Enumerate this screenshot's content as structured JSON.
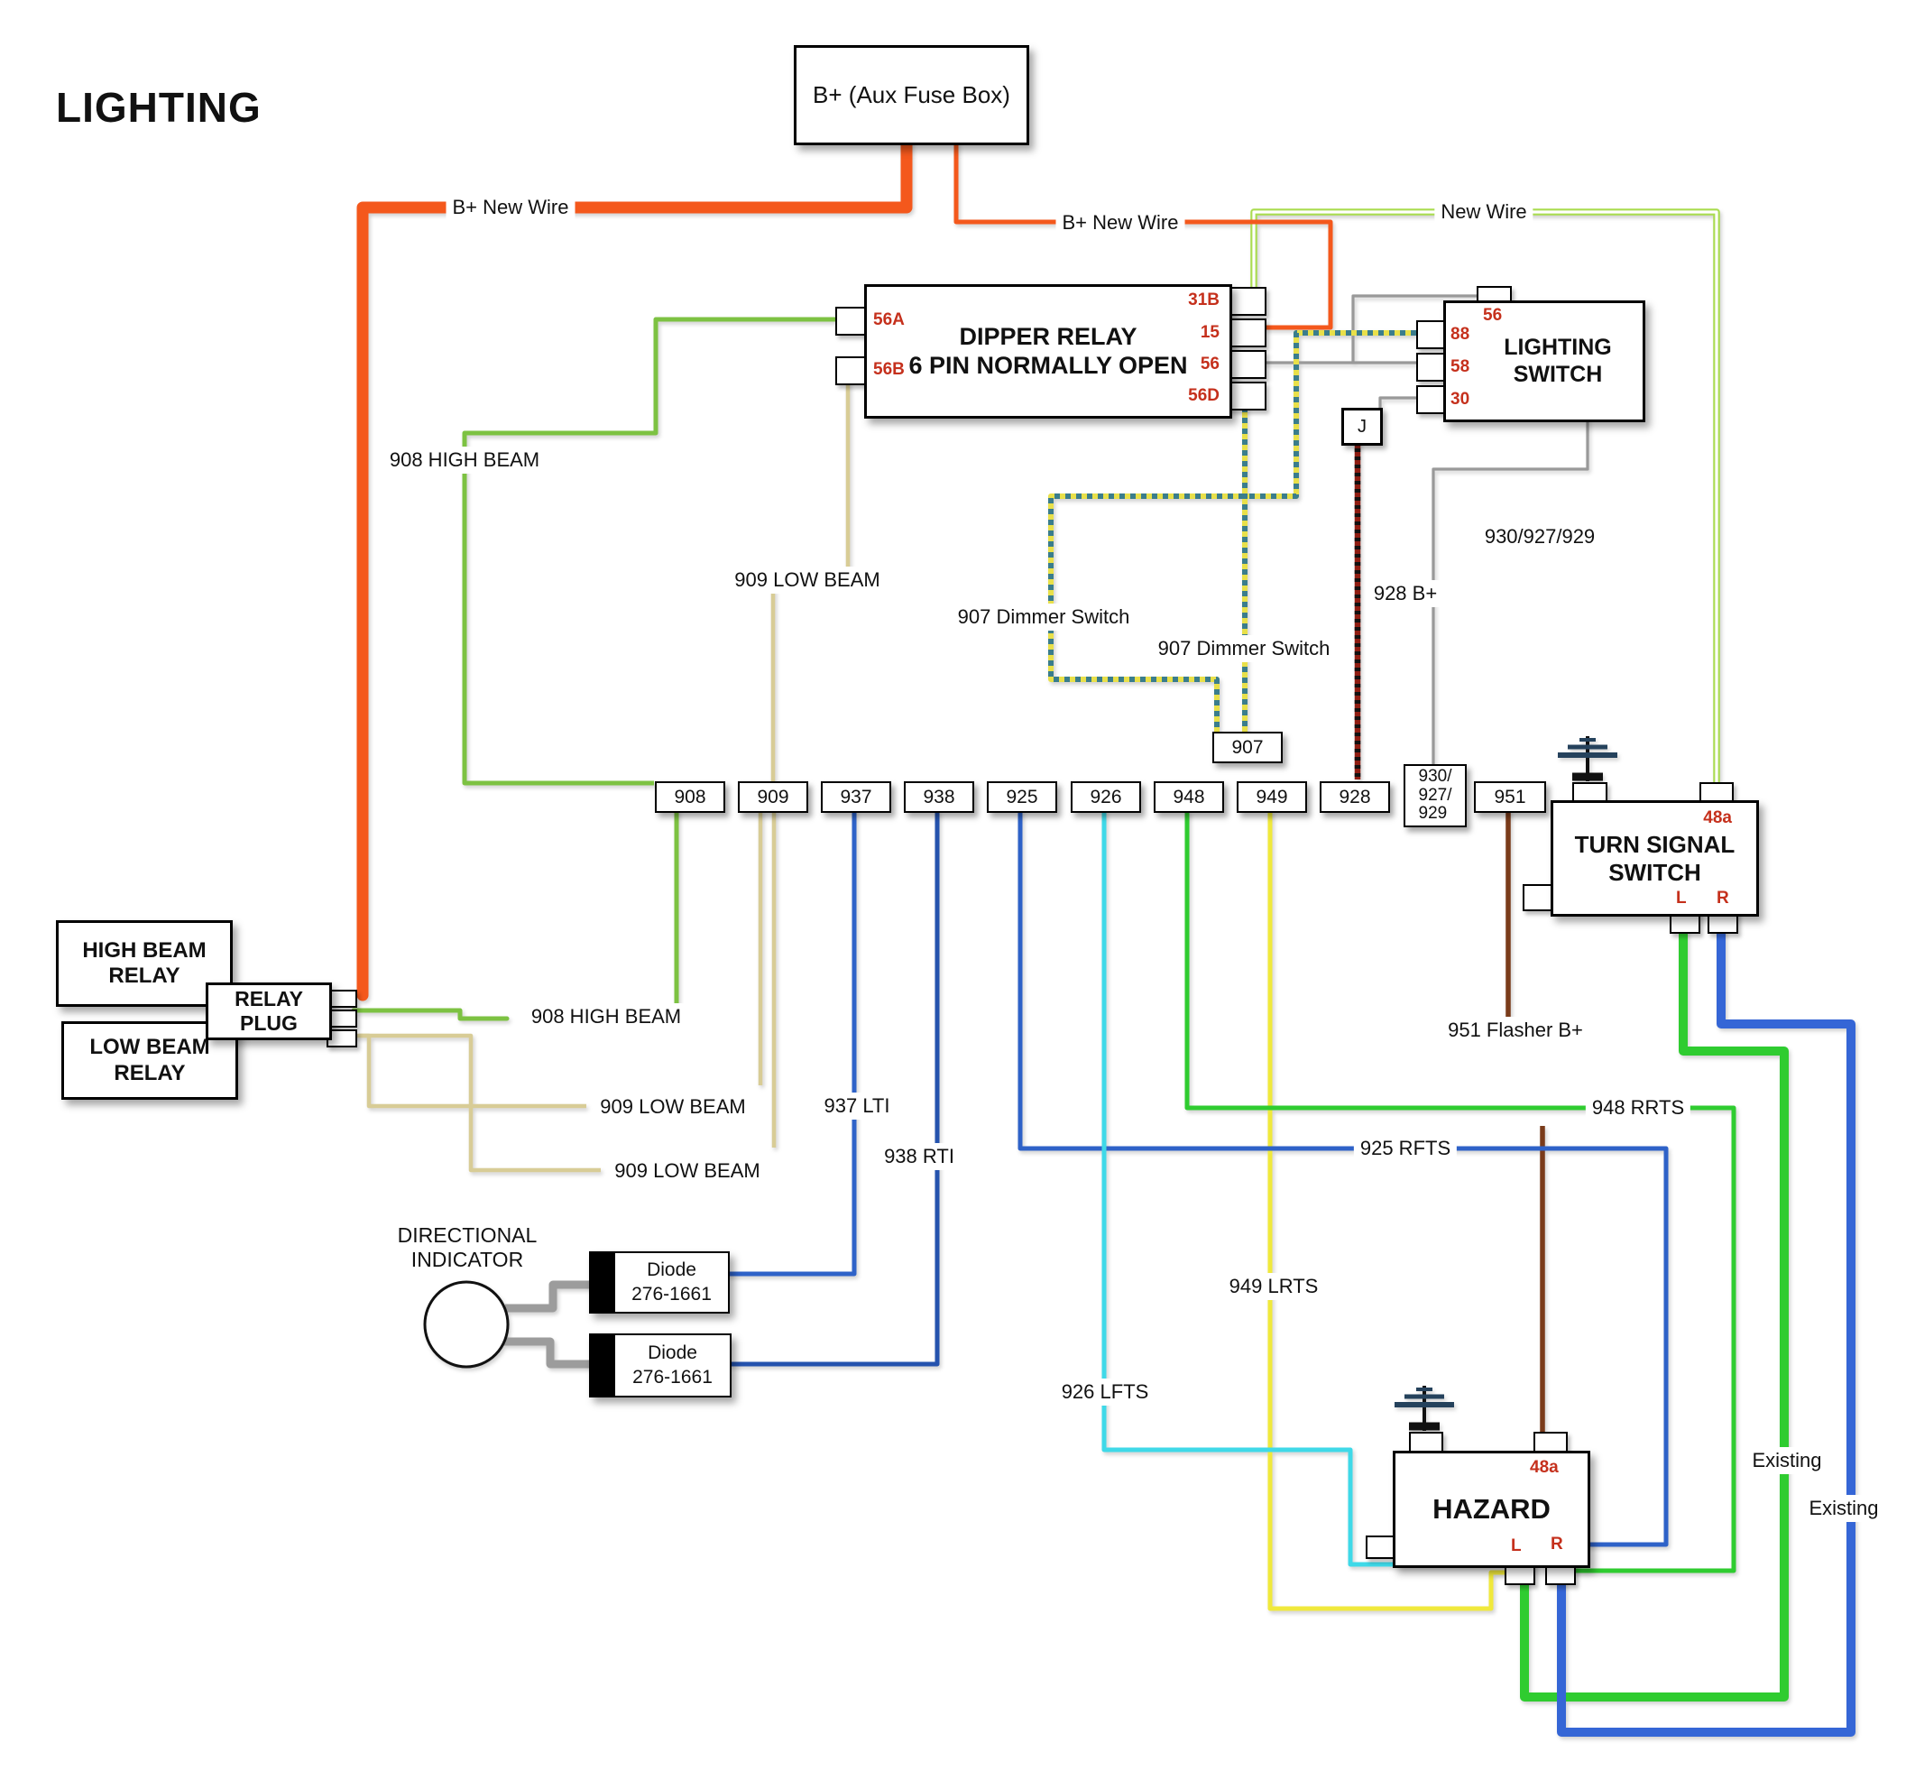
{
  "title": "LIGHTING",
  "colors": {
    "orange": "#F4581C",
    "yellow_green": "#7DC242",
    "light_green": "#AADC50",
    "bright_green": "#2FCC30",
    "blue": "#2E62C8",
    "dark_blue": "#2553AE",
    "royal_blue": "#3566D6",
    "cyan": "#3FD9E8",
    "yellow": "#F0E93C",
    "tan": "#D8CC96",
    "brown": "#7A3B1A",
    "maroon": "#8F1D12",
    "gray": "#999999",
    "gray_lead": "#9C9C9C",
    "dash_yellow": "#E8E04A",
    "dash_teal": "#3A7D8C",
    "black": "#111111",
    "white": "#FFFFFF",
    "navy": "#25425C",
    "pin_red": "#C5301C"
  },
  "aux_fuse_box": {
    "label": "B+ (Aux Fuse Box)"
  },
  "dipper_relay": {
    "line1": "DIPPER RELAY",
    "line2": "6 PIN NORMALLY OPEN",
    "pin_56a": "56A",
    "pin_56b": "56B",
    "pin_31b": "31B",
    "pin_15": "15",
    "pin_56": "56",
    "pin_56d": "56D"
  },
  "lighting_switch": {
    "line1": "LIGHTING",
    "line2": "SWITCH",
    "pin_56": "56",
    "pin_88": "88",
    "pin_58": "58",
    "pin_30": "30"
  },
  "junction": {
    "label": "J"
  },
  "turn_signal_switch": {
    "line1": "TURN SIGNAL",
    "line2": "SWITCH",
    "pin_48a": "48a",
    "pin_l": "L",
    "pin_r": "R"
  },
  "hazard": {
    "title": "HAZARD",
    "pin_48a": "48a",
    "pin_l": "L",
    "pin_r": "R"
  },
  "high_beam_relay": {
    "line1": "HIGH BEAM",
    "line2": "RELAY"
  },
  "low_beam_relay": {
    "line1": "LOW BEAM",
    "line2": "RELAY"
  },
  "relay_plug": {
    "line1": "RELAY",
    "line2": "PLUG"
  },
  "directional_indicator": {
    "line1": "DIRECTIONAL",
    "line2": "INDICATOR"
  },
  "diode_top": {
    "line1": "Diode",
    "line2": "276-1661"
  },
  "diode_bottom": {
    "line1": "Diode",
    "line2": "276-1661"
  },
  "terminals": {
    "t908": "908",
    "t909": "909",
    "t937": "937",
    "t938": "938",
    "t925": "925",
    "t926": "926",
    "t948": "948",
    "t949": "949",
    "t928": "928",
    "t930a": "930/",
    "t930b": "927/",
    "t930c": "929",
    "t951": "951",
    "t907": "907"
  },
  "wire_labels": {
    "b_new_wire_1": "B+ New Wire",
    "b_new_wire_2": "B+ New Wire",
    "new_wire": "New Wire",
    "high_beam_908_1": "908 HIGH BEAM",
    "high_beam_908_2": "908 HIGH BEAM",
    "low_beam_909_1": "909 LOW BEAM",
    "low_beam_909_2": "909 LOW BEAM",
    "low_beam_909_3": "909 LOW BEAM",
    "dimmer_907_1": "907 Dimmer Switch",
    "dimmer_907_2": "907 Dimmer Switch",
    "b_928": "928 B+",
    "bundle_930": "930/927/929",
    "flasher_951": "951 Flasher B+",
    "rrts_948": "948 RRTS",
    "rfts_925": "925 RFTS",
    "lrts_949": "949 LRTS",
    "lfts_926": "926 LFTS",
    "lti_937": "937 LTI",
    "rti_938": "938 RTI",
    "existing_1": "Existing",
    "existing_2": "Existing"
  }
}
